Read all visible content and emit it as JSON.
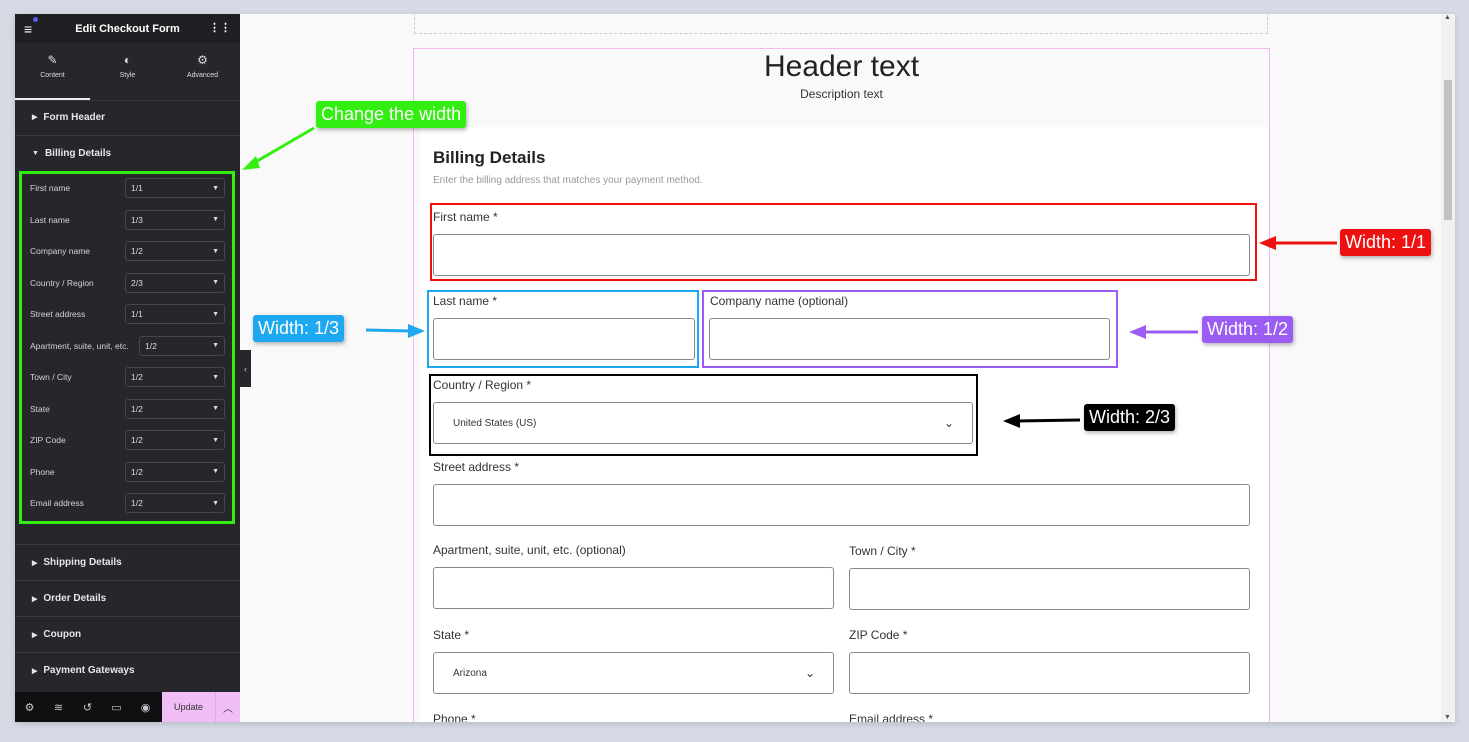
{
  "panel": {
    "title": "Edit Checkout Form",
    "tabs": [
      {
        "label": "Content",
        "icon": "pencil-icon"
      },
      {
        "label": "Style",
        "icon": "contrast-icon"
      },
      {
        "label": "Advanced",
        "icon": "gear-icon"
      }
    ],
    "sections": [
      "Form Header",
      "Billing Details",
      "Shipping Details",
      "Order Details",
      "Coupon",
      "Payment Gateways"
    ],
    "billing_fields": [
      {
        "label": "First name",
        "width": "1/1"
      },
      {
        "label": "Last name",
        "width": "1/3"
      },
      {
        "label": "Company name",
        "width": "1/2"
      },
      {
        "label": "Country / Region",
        "width": "2/3"
      },
      {
        "label": "Street address",
        "width": "1/1"
      },
      {
        "label": "Apartment, suite, unit, etc.",
        "width": "1/2"
      },
      {
        "label": "Town / City",
        "width": "1/2"
      },
      {
        "label": "State",
        "width": "1/2"
      },
      {
        "label": "ZIP Code",
        "width": "1/2"
      },
      {
        "label": "Phone",
        "width": "1/2"
      },
      {
        "label": "Email address",
        "width": "1/2"
      }
    ],
    "update_label": "Update"
  },
  "form": {
    "header": "Header text",
    "description": "Description text",
    "billing_title": "Billing Details",
    "billing_subtitle": "Enter the billing address that matches your payment method.",
    "labels": {
      "first": "First name *",
      "last": "Last name *",
      "company": "Company name (optional)",
      "country": "Country / Region *",
      "street": "Street address *",
      "apartment": "Apartment, suite, unit, etc. (optional)",
      "town": "Town / City *",
      "state": "State *",
      "zip": "ZIP Code *",
      "phone": "Phone *",
      "email": "Email address *"
    },
    "country_value": "United States (US)",
    "state_value": "Arizona"
  },
  "annotations": {
    "change": "Change the width",
    "w11": "Width: 1/1",
    "w13": "Width: 1/3",
    "w12": "Width: 1/2",
    "w23": "Width: 2/3"
  },
  "colors": {
    "green": "#33ee11",
    "red": "#ee1111",
    "blue": "#1ea8ef",
    "purple": "#9b5cf3",
    "black": "#000000",
    "update": "#f0bdf6"
  }
}
